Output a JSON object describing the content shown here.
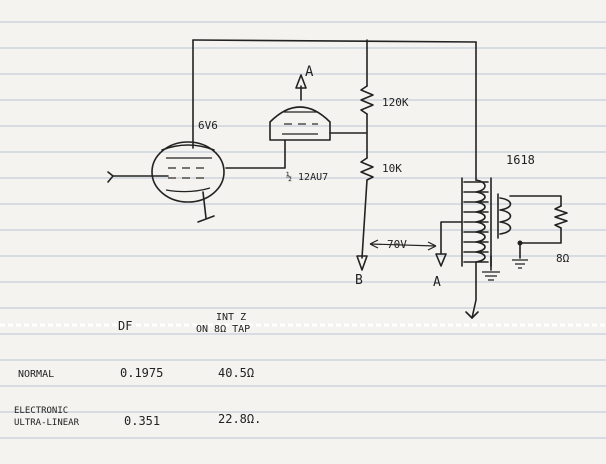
{
  "diagram": {
    "labels": {
      "tube_output": "6V6",
      "tube_driver": "½ 12AU7",
      "resistor_upper": "120K",
      "resistor_lower": "10K",
      "transformer": "1618",
      "voltage_note": "70V",
      "node_a_top": "A",
      "node_a_bottom": "A",
      "node_b": "B",
      "speaker": "8Ω"
    }
  },
  "table": {
    "headers": {
      "df": "DF",
      "int_z_line1": "INT Z",
      "int_z_line2": "ON 8Ω TAP"
    },
    "rows": [
      {
        "label_line1": "NORMAL",
        "label_line2": "",
        "df": "0.1975",
        "int_z": "40.5Ω"
      },
      {
        "label_line1": "ELECTRONIC",
        "label_line2": "ULTRA-LINEAR",
        "df": "0.351",
        "int_z": "22.8Ω."
      }
    ]
  },
  "colors": {
    "paper": "#f4f3ef",
    "rules": "#b9c4d3",
    "ink": "#222222"
  }
}
